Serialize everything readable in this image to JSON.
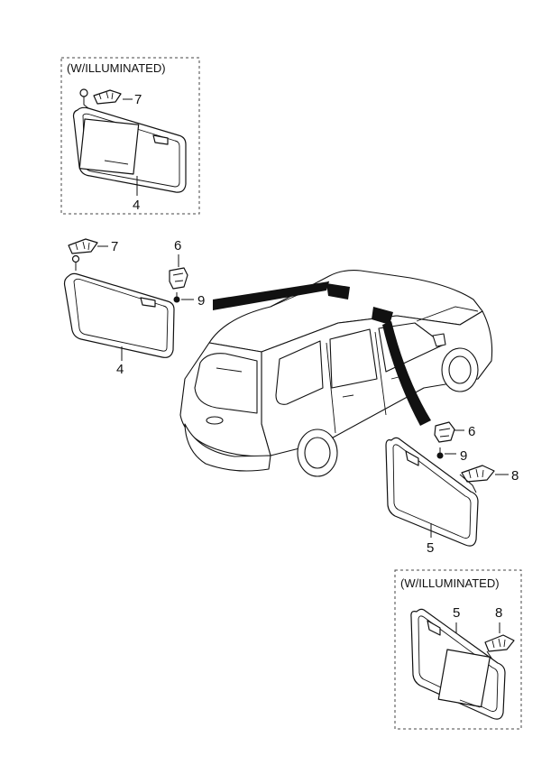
{
  "diagram": {
    "box_captions": {
      "top_left": "(W/ILLUMINATED)",
      "bottom_right": "(W/ILLUMINATED)"
    },
    "labels": {
      "box_tl_7": "7",
      "box_tl_4": "4",
      "left_7": "7",
      "left_6": "6",
      "left_9": "9",
      "left_4": "4",
      "right_6": "6",
      "right_9": "9",
      "right_8": "8",
      "right_5": "5",
      "box_br_5": "5",
      "box_br_8": "8"
    }
  }
}
